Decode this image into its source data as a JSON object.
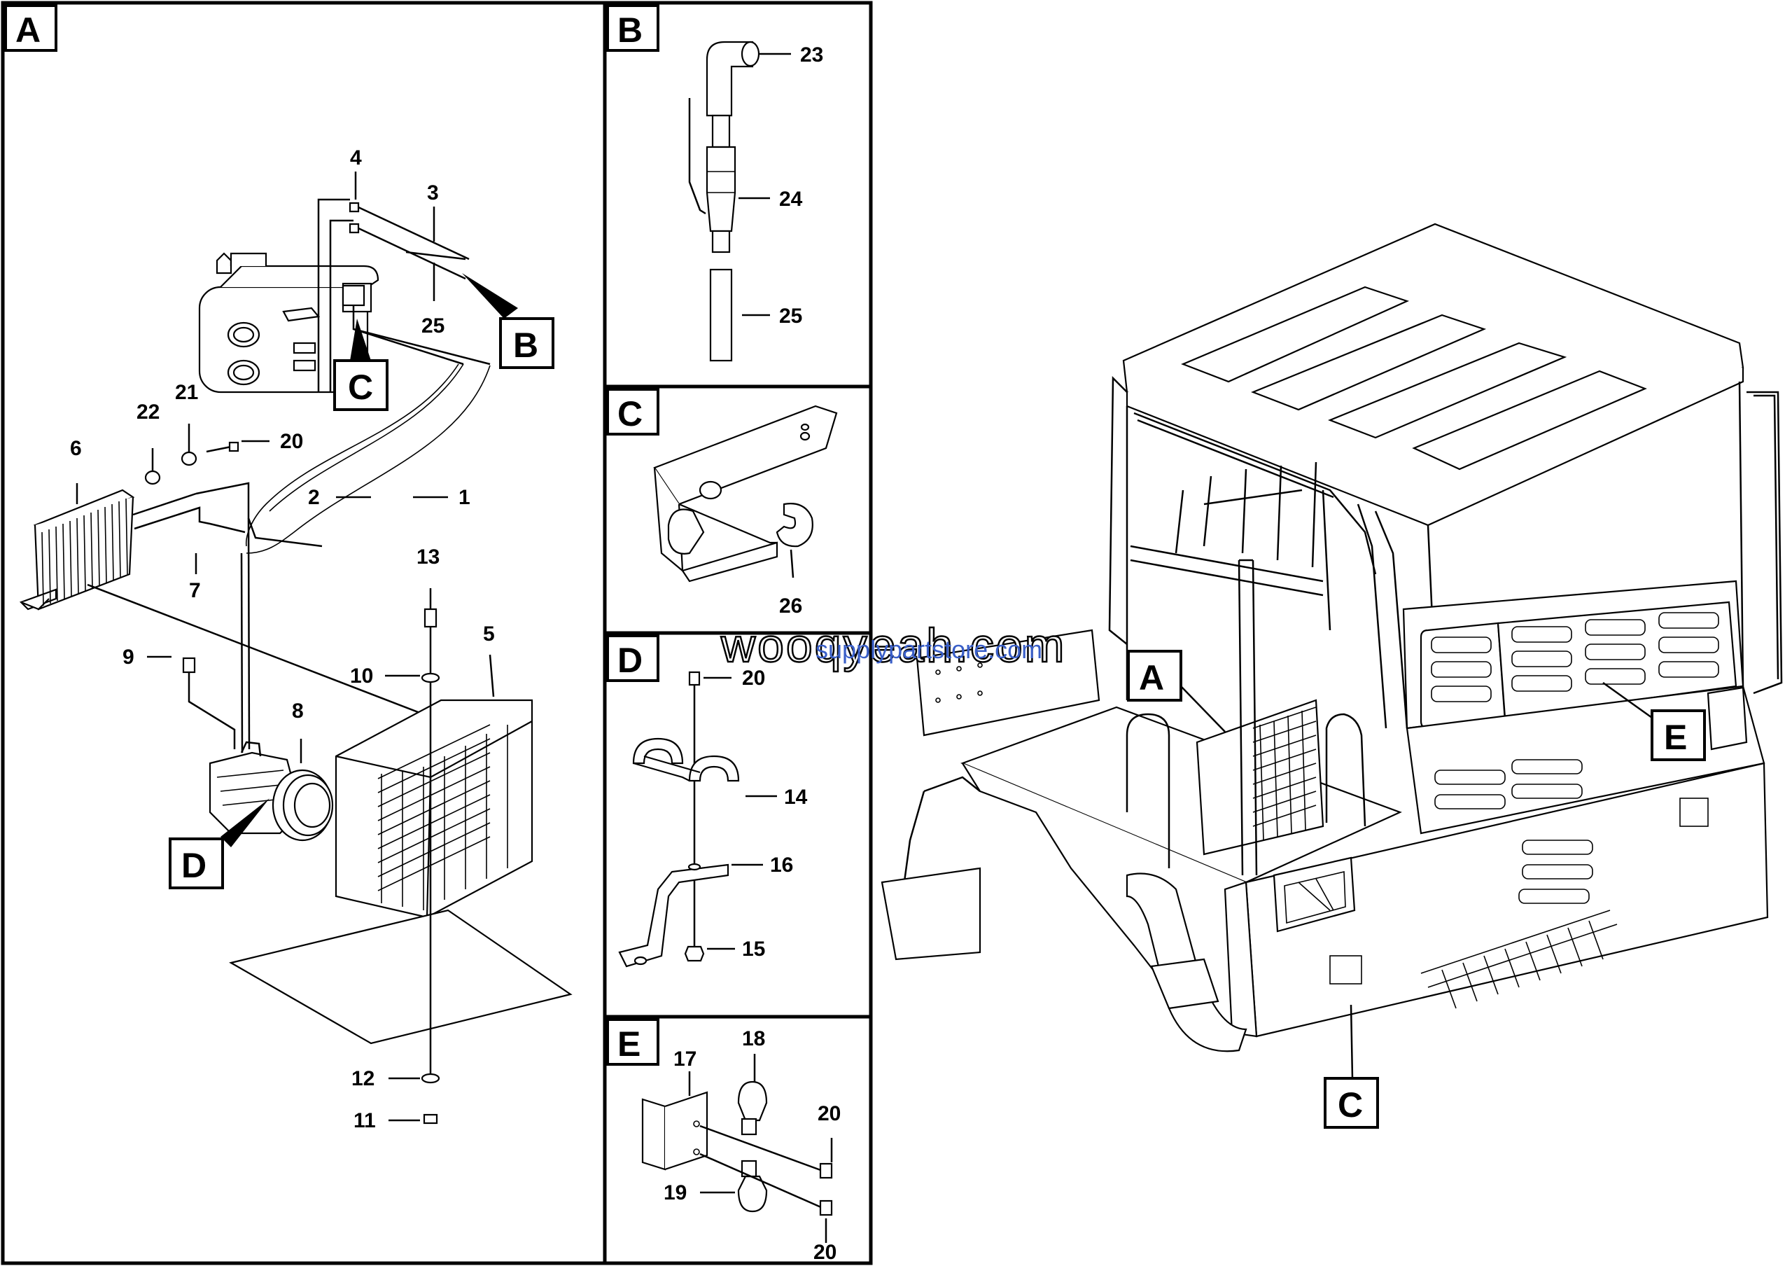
{
  "panels": {
    "a": {
      "label": "A"
    },
    "b": {
      "label": "B"
    },
    "c": {
      "label": "C"
    },
    "d": {
      "label": "D"
    },
    "e": {
      "label": "E"
    }
  },
  "callouts": {
    "a_b": "B",
    "a_c": "C",
    "a_d": "D",
    "main_a": "A",
    "main_e": "E",
    "main_c": "C"
  },
  "parts": {
    "a": {
      "p1": "1",
      "p2": "2",
      "p3": "3",
      "p4": "4",
      "p5": "5",
      "p6": "6",
      "p7": "7",
      "p8": "8",
      "p9": "9",
      "p10": "10",
      "p11": "11",
      "p12": "12",
      "p13": "13",
      "p20": "20",
      "p21": "21",
      "p22": "22",
      "p25": "25"
    },
    "b": {
      "p23": "23",
      "p24": "24",
      "p25": "25"
    },
    "c": {
      "p26": "26"
    },
    "d": {
      "p20": "20",
      "p14": "14",
      "p16": "16",
      "p15": "15"
    },
    "e": {
      "p17": "17",
      "p18": "18",
      "p20a": "20",
      "p19": "19",
      "p20b": "20"
    }
  },
  "watermark": {
    "primary": "wooqyeah.com",
    "secondary": "supplypartstore.com"
  }
}
